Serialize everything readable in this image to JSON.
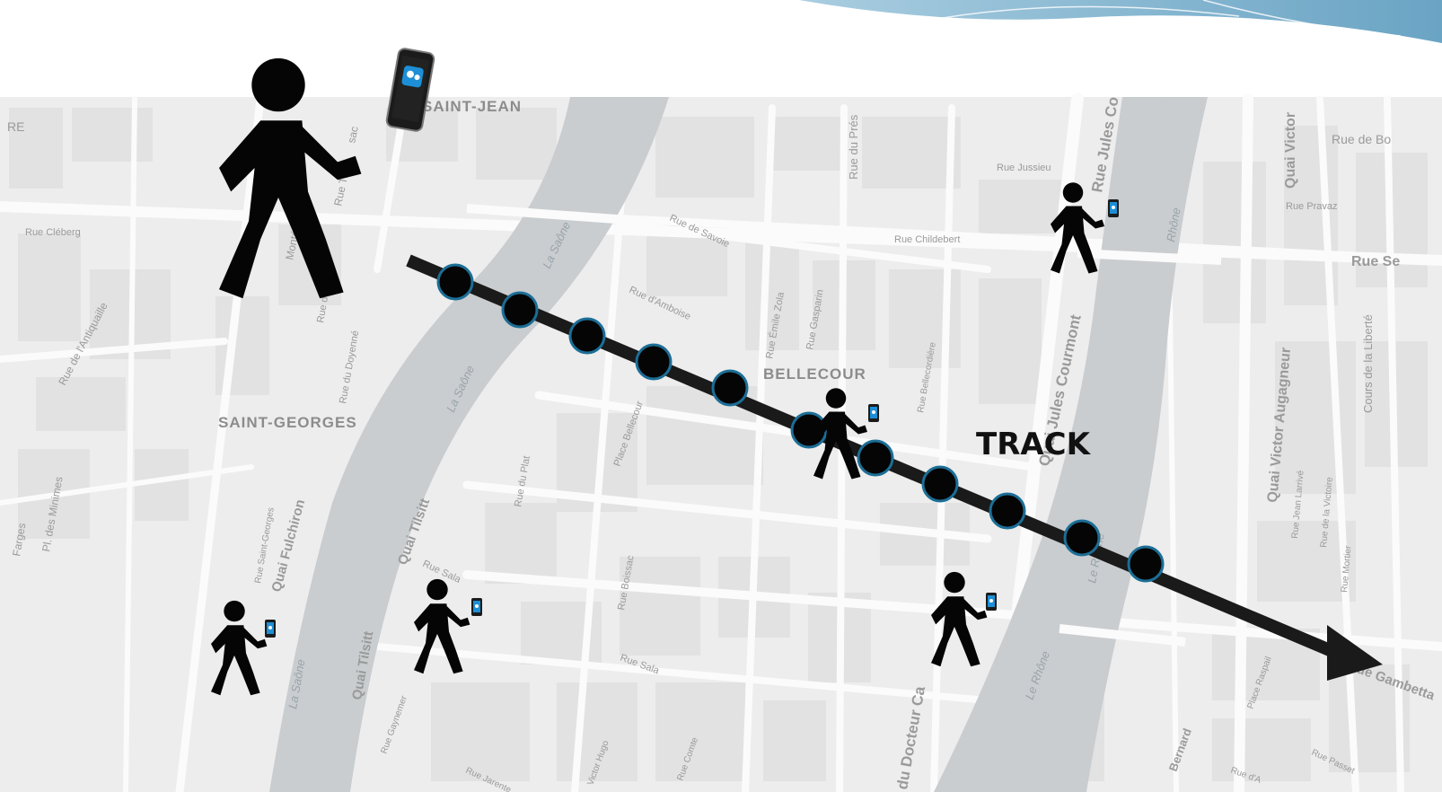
{
  "header_decoration": "wave-banner",
  "colors": {
    "water": "#c9cdd0",
    "land": "#ededed",
    "block": "#e3e3e3",
    "road": "#fbfbfb",
    "track": "#1a1a1a",
    "point_fill": "#050505",
    "point_stroke": "#1c6e96",
    "phone_screen": "#1d8fd6",
    "banner": "#7fb3cf"
  },
  "track_label": "TRACK",
  "districts": [
    "SAINT-JEAN",
    "BELLECOUR",
    "SAINT-GEORGES"
  ],
  "street_labels": [
    "RE",
    "Rue Cléberg",
    "Rue de l'Antiquaille",
    "Montée",
    "Rue Tra",
    "sac",
    "Rue du Doyenné",
    "Rue du Bœuf",
    "Rue de Savoie",
    "Rue d'Amboise",
    "Rue Émile Zola",
    "Rue Gasparin",
    "Rue du Prés",
    "Rue Jussieu",
    "Rue Childebert",
    "Rue Jules Co",
    "Rue de Bo",
    "Rue Pravaz",
    "Quai Victor",
    "Rue Se",
    "Cours de la Liberté",
    "Quai Victor Augagneur",
    "Rue Jean Larrivé",
    "Rue de la Victoire",
    "Rue Mortier",
    "Place Bellecour",
    "Rue du Plat",
    "Rue Bellecordière",
    "Quai Jules Courmont",
    "Quai Tilsitt",
    "Rue Sala",
    "Rue Boissac",
    "Rue Saint-Georges",
    "Quai Fulchiron",
    "Quai Tilsitt",
    "Rue Gaynemer",
    "Rue Jarente",
    "Victor Hugo",
    "Rue Comte",
    "Bernard",
    "Place Raspail",
    "Rue Passet",
    "Rue d'A",
    "du Docteur Ca",
    "Rue Gambetta",
    "Pl. des Minimes",
    "Farges",
    "Rue Sala"
  ],
  "river_labels": [
    "La Saône",
    "La Saône",
    "La Saône",
    "Rhône",
    "Le Rhône",
    "Le Rhône"
  ],
  "track_points_count": 11,
  "pedestrians_count": 6
}
